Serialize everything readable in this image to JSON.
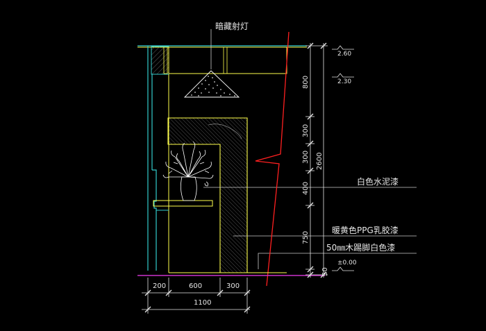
{
  "drawing": {
    "annotations": {
      "light": "暗藏射灯",
      "white_paint": "白色水泥漆",
      "ppg_paint": "暖黄色PPG乳胶漆",
      "baseboard": "50㎜木踢脚白色漆"
    },
    "vertical_dims": [
      "800",
      "300",
      "300",
      "400",
      "750",
      "50"
    ],
    "total_height": "2600",
    "horizontal_dims": [
      "200",
      "600",
      "300"
    ],
    "total_width": "1100",
    "levels": [
      "2.60",
      "2.30",
      "±0.00"
    ]
  },
  "colors": {
    "background": "#000000",
    "outline": "#ffff4d",
    "wall": "#33cccc",
    "cut_line": "#ff2020",
    "floor": "#cc33cc",
    "dim": "#e6e6e6"
  }
}
